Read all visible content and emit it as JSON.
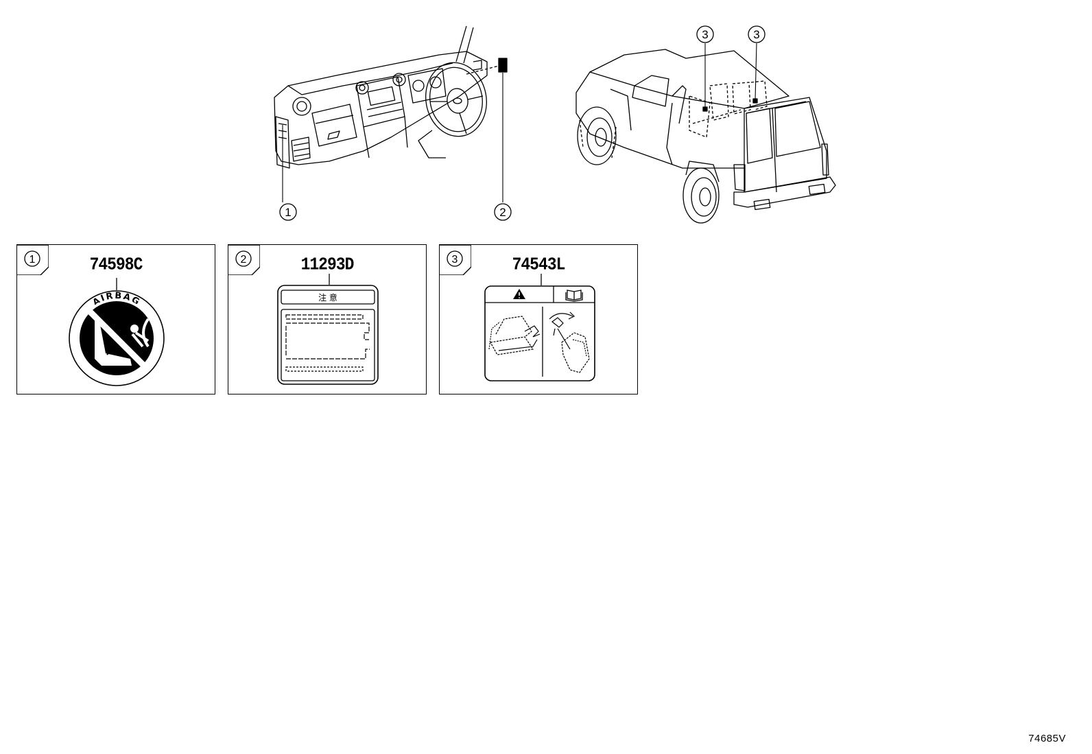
{
  "callouts": {
    "dashboard_label": "1",
    "sunvisor_label": "2",
    "rear_label_a": "3",
    "rear_label_b": "3"
  },
  "panels": [
    {
      "index": "1",
      "part_number": "74598C",
      "label_text": "AIRBAG"
    },
    {
      "index": "2",
      "part_number": "11293D",
      "label_text": "注 意"
    },
    {
      "index": "3",
      "part_number": "74543L",
      "label_text": ""
    }
  ],
  "diagram_code": "74685V"
}
